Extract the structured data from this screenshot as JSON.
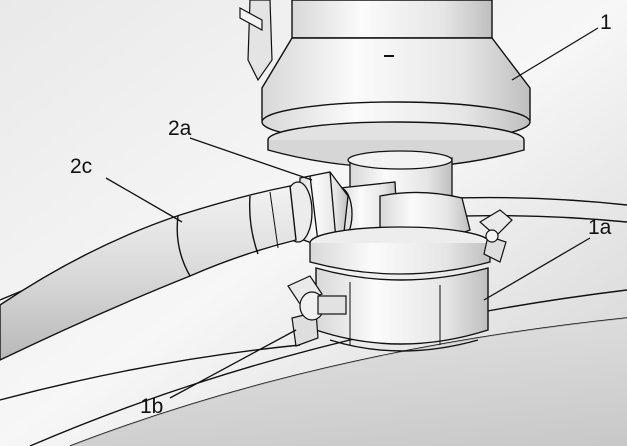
{
  "callouts": {
    "one": "1",
    "one_a": "1a",
    "one_b": "1b",
    "two_a": "2a",
    "two_c": "2c"
  },
  "colors": {
    "line": "#111111",
    "background": "#ffffff"
  }
}
